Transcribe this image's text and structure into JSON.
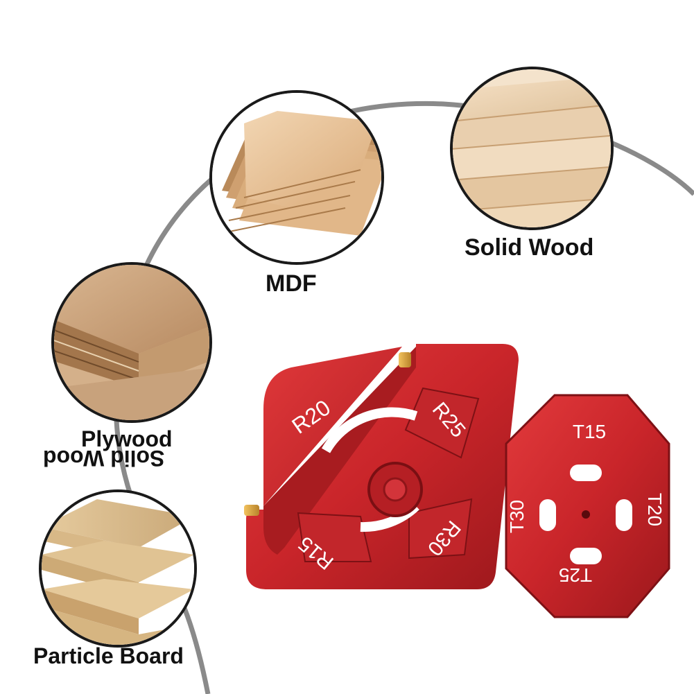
{
  "materials": {
    "mdf": "MDF",
    "solid_wood": "Solid Wood",
    "plywood": "Plywood",
    "solid_wood_mirrored": "Solid Wood",
    "particle_board": "Particle Board"
  },
  "jig": {
    "radius_labels": [
      "R20",
      "R25",
      "R15",
      "R30"
    ]
  },
  "octagon": {
    "labels": [
      "T15",
      "T20",
      "T25",
      "T30"
    ]
  },
  "colors": {
    "aluminum_red": "#c9252a",
    "aluminum_dark": "#8e1519",
    "wood_light": "#e8c7a0",
    "arc_gray": "#8a8a8a"
  },
  "icons": {
    "knob": "brass-thumb-screw-knob"
  }
}
